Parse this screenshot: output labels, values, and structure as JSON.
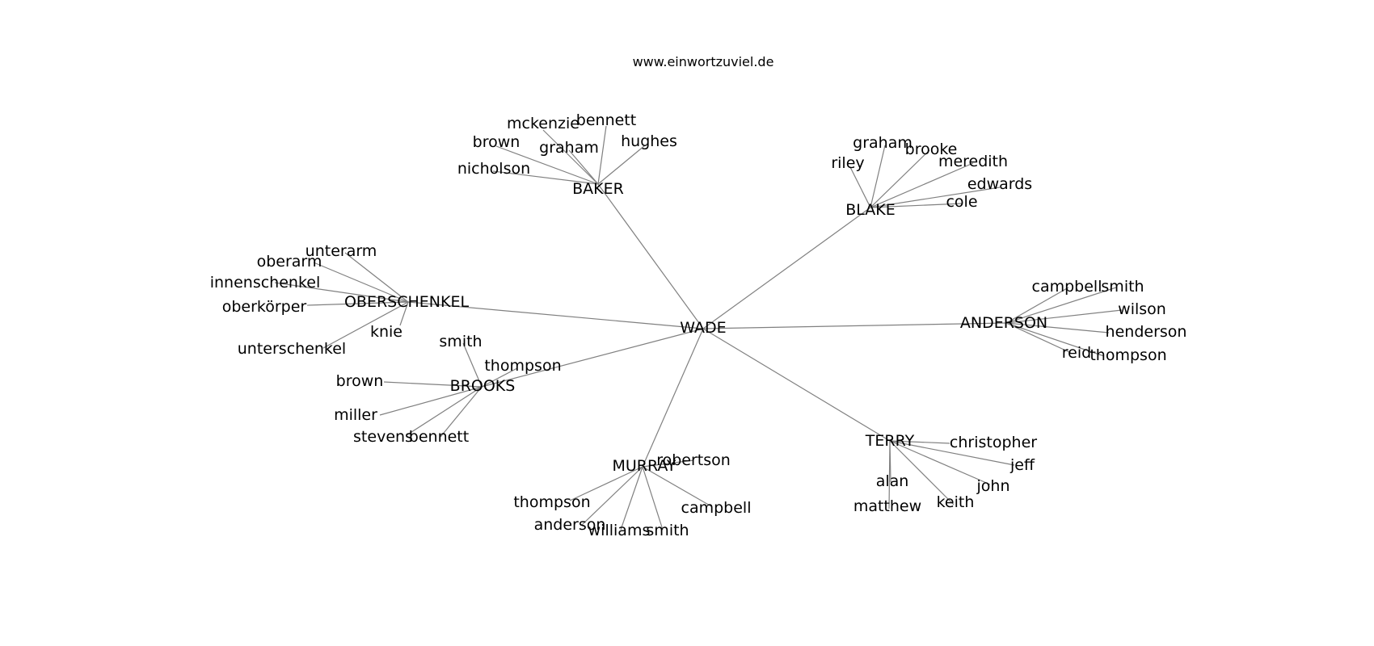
{
  "header": {
    "site": "www.einwortzuviel.de"
  },
  "graph": {
    "root": "WADE",
    "clusters": [
      {
        "hub": "BAKER",
        "leaves": [
          "mckenzie",
          "bennett",
          "brown",
          "graham",
          "hughes",
          "nicholson"
        ]
      },
      {
        "hub": "BLAKE",
        "leaves": [
          "graham",
          "brooke",
          "riley",
          "meredith",
          "edwards",
          "cole"
        ]
      },
      {
        "hub": "OBERSCHENKEL",
        "leaves": [
          "unterarm",
          "oberarm",
          "innenschenkel",
          "oberkörper",
          "knie",
          "unterschenkel"
        ]
      },
      {
        "hub": "ANDERSON",
        "leaves": [
          "campbell",
          "smith",
          "wilson",
          "henderson",
          "reid",
          "thompson"
        ]
      },
      {
        "hub": "BROOKS",
        "leaves": [
          "smith",
          "thompson",
          "brown",
          "miller",
          "stevens",
          "bennett"
        ]
      },
      {
        "hub": "TERRY",
        "leaves": [
          "christopher",
          "jeff",
          "alan",
          "john",
          "keith",
          "matthew"
        ]
      },
      {
        "hub": "MURRAY",
        "leaves": [
          "robertson",
          "thompson",
          "campbell",
          "anderson",
          "williams",
          "smith"
        ]
      }
    ]
  }
}
